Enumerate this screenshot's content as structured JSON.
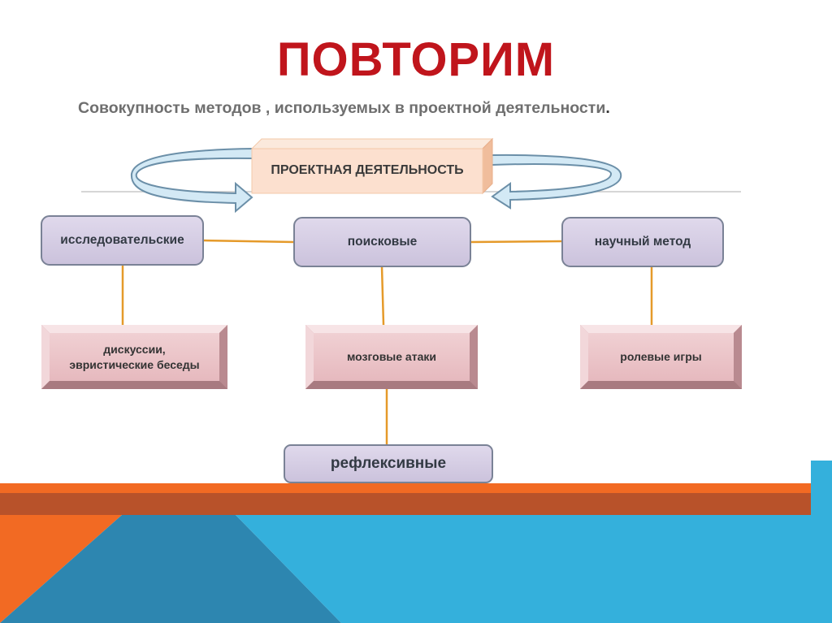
{
  "slide": {
    "title": "ПОВТОРИМ",
    "subtitle": "Совокупность методов , используемых в проектной деятельности",
    "subtitle_end": "."
  },
  "diagram": {
    "root": "ПРОЕКТНАЯ ДЕЯТЕЛЬНОСТЬ",
    "categories": {
      "left": "исследовательские",
      "center": "поисковые",
      "right": "научный метод"
    },
    "techniques": {
      "left_line1": "дискуссии,",
      "left_line2": "эвристические беседы",
      "center": "мозговые атаки",
      "right": "ролевые игры"
    },
    "bottom": "рефлексивные"
  },
  "colors": {
    "title": "#c0151c",
    "category_fill": "#d5cde3",
    "category_border": "#7a8296",
    "technique_fill": "#e9c0c4",
    "root_fill": "#fce0cf",
    "connector": "#e59a2a",
    "arrow_fill": "#d3e9f5",
    "arrow_stroke": "#6b8fa8",
    "footer_orange": "#f26a23",
    "footer_brown": "#b8522a",
    "footer_blue": "#34b0dc",
    "footer_dark_blue": "#2d86b0"
  }
}
